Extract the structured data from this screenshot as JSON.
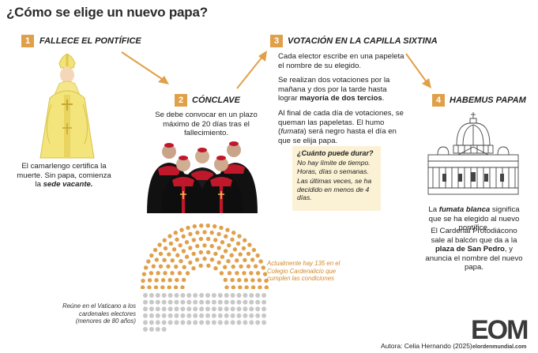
{
  "title": "¿Cómo se elige un nuevo papa?",
  "steps": [
    {
      "num": "1",
      "title": "FALLECE EL PONTÍFICE",
      "text_a": "El camarlengo certifica la muerte. Sin papa, comienza la ",
      "text_b": "sede vacante."
    },
    {
      "num": "2",
      "title": "CÓNCLAVE",
      "text": "Se debe convocar en un plazo máximo de 20 días tras el fallecimiento."
    },
    {
      "num": "3",
      "title": "VOTACIÓN EN LA CAPILLA SIXTINA",
      "p1": "Cada elector escribe en una papeleta el nombre de su elegido.",
      "p2a": "Se realizan dos votaciones por la mañana y dos por la tarde hasta lograr ",
      "p2b": "mayoría de dos tercios",
      "p2c": ".",
      "p3a": "Al final de cada día de votaciones, se queman las papeletas. El humo (",
      "p3b": "fumata",
      "p3c": ") será negro hasta el día en que se elija papa."
    },
    {
      "num": "4",
      "title": "HABEMUS PAPAM",
      "p1a": "La ",
      "p1b": "fumata blanca",
      "p1c": " significa que se ha elegido al nuevo pontífice.",
      "p2a": "El Cardenal Protodiácono sale al balcón que da a la ",
      "p2b": "plaza de San Pedro",
      "p2c": ", y anuncia el nombre del nuevo papa."
    }
  ],
  "duration_box": {
    "question": "¿Cuánto puede durar?",
    "l1": "No hay límite de tiempo. Horas, días o semanas.",
    "l2": "Las últimas veces, se ha decidido en menos de 4 días."
  },
  "electors_note": "Actualmente hay 135 en el Colegio Cardenalicio que cumplen las condiciones",
  "all_note": "Reúne en el Vaticano a los cardenales electores (menores de 80 años)",
  "chart_data": {
    "type": "dot-hemicycle",
    "highlighted": 135,
    "highlight_color": "#e0a04a",
    "rest_color": "#c8c8c8"
  },
  "author": "Autora: Celia Hernando (2025)",
  "logo": "EOM",
  "logo_sub": "elordenmundial.com",
  "colors": {
    "accent": "#e0a04a",
    "box": "#fbf1d4"
  }
}
